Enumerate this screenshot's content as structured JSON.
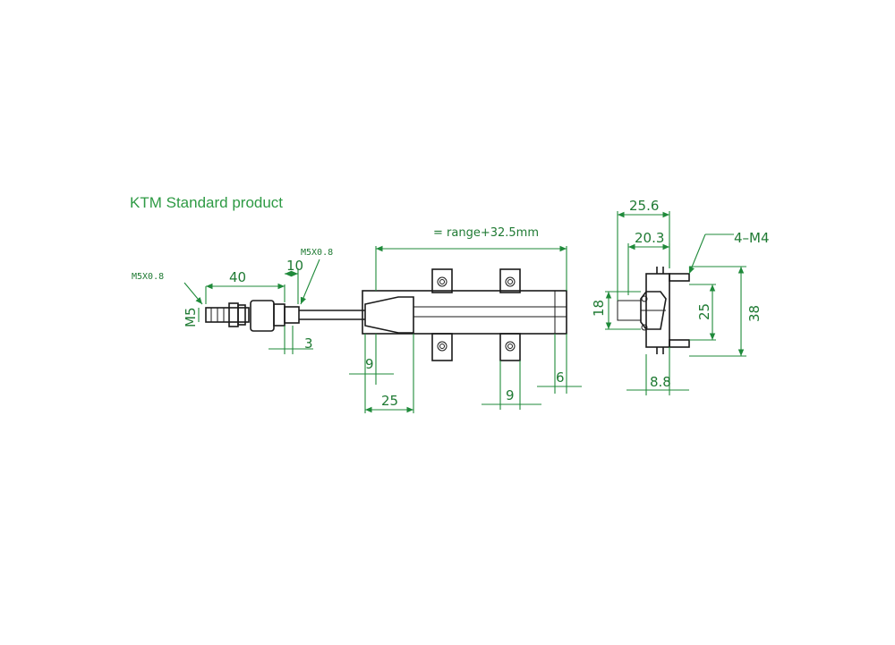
{
  "title": "KTM Standard product",
  "labels": {
    "thread_m5x08_left": "M5X0.8",
    "thread_m5x08_right": "M5X0.8",
    "dim_40": "40",
    "dim_10": "10",
    "dim_m5": "M5",
    "dim_3": "3",
    "dim_range": "= range+32.5mm",
    "dim_9_left": "9",
    "dim_25": "25",
    "dim_9_mid": "9",
    "dim_6": "6",
    "dim_25_6": "25.6",
    "dim_20_3": "20.3",
    "dim_4_m4": "4–M4",
    "dim_18": "18",
    "dim_25_side": "25",
    "dim_38": "38",
    "dim_8_8": "8.8"
  },
  "colors": {
    "dimension_green": "#1f8a3a",
    "title_green": "#2e9a44",
    "part_black": "#1a1a1a"
  }
}
